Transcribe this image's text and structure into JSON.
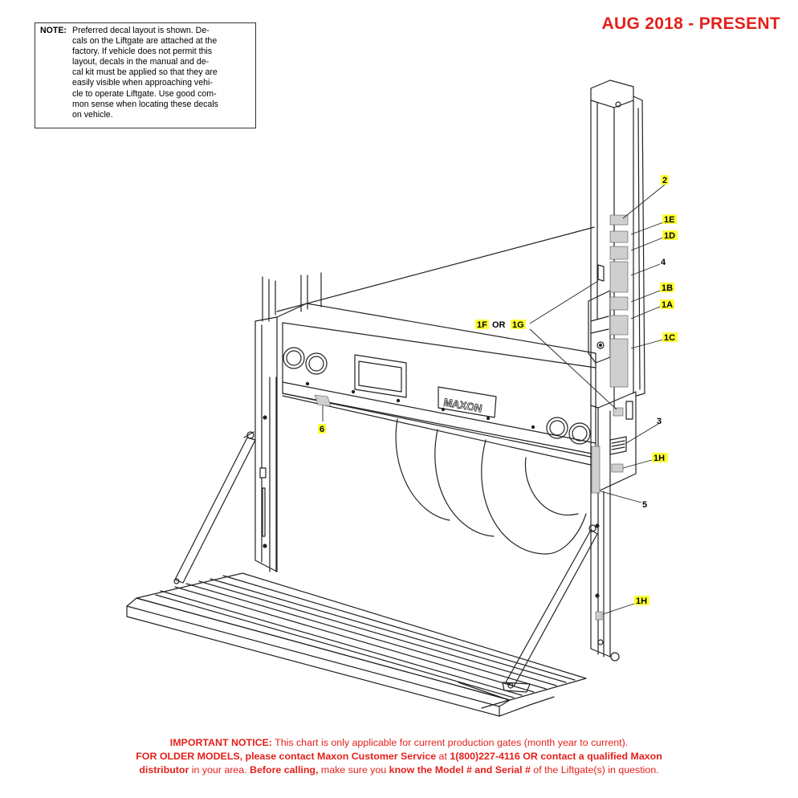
{
  "header": {
    "date_range": "AUG 2018 - PRESENT"
  },
  "note": {
    "label": "NOTE:",
    "lines": [
      "Preferred decal layout is shown. De-",
      "cals on the Liftgate are attached at the",
      "factory. If vehicle does not permit this",
      "layout, decals in the manual and de-",
      "cal kit must be applied so that they are",
      "easily visible when approaching vehi-",
      "cle to operate Liftgate. Use good com-",
      "mon sense when locating these decals",
      "on vehicle."
    ]
  },
  "diagram": {
    "brand_plate": "MAXON",
    "callouts": {
      "c2": "2",
      "c1E": "1E",
      "c1D": "1D",
      "c4": "4",
      "c1B": "1B",
      "c1A": "1A",
      "c1C": "1C",
      "c1F": "1F",
      "or_text": "OR",
      "c1G": "1G",
      "c3": "3",
      "c1H_upper": "1H",
      "c5": "5",
      "c6": "6",
      "c1H_lower": "1H"
    },
    "colors": {
      "highlight": "#ffff33",
      "line": "#222222"
    }
  },
  "notice": {
    "line1_bold": "IMPORTANT NOTICE:",
    "line1_rest": " This chart is only applicable for current production gates (month year to current).",
    "line2_bold": "FOR OLDER MODELS, please contact Maxon Customer Service",
    "line2_mid": " at ",
    "line2_bold2": "1(800)227-4116 OR contact a qualified Maxon",
    "line3_bold": "distributor",
    "line3_mid": " in your area. ",
    "line3_bold2": "Before calling,",
    "line3_mid2": " make sure you ",
    "line3_bold3": "know the Model # and Serial #",
    "line3_end": " of the Liftgate(s) in question."
  }
}
